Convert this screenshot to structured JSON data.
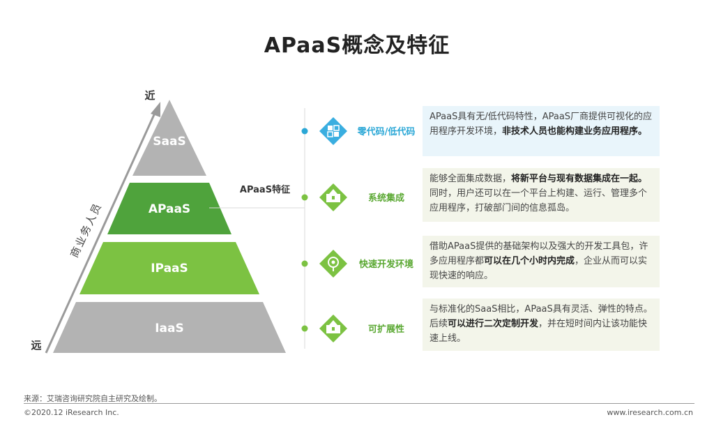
{
  "title": "APaaS概念及特征",
  "pyramid": {
    "layers": [
      {
        "label": "SaaS",
        "color": "#b3b3b3"
      },
      {
        "label": "APaaS",
        "color": "#4fa33c"
      },
      {
        "label": "IPaaS",
        "color": "#7cc242"
      },
      {
        "label": "IaaS",
        "color": "#b3b3b3"
      }
    ],
    "near_label": "近",
    "far_label": "远",
    "axis_label": "商业务人员"
  },
  "features_label": "APaaS特征",
  "features": [
    {
      "name": "零代码/低代码",
      "icon": "lowcode-icon",
      "name_color": "#2aa7d6",
      "desc_parts": [
        {
          "text": "APaaS具有无/低代码特性，APaaS厂商提供可视化的应用程序开发环境，",
          "bold": false
        },
        {
          "text": "非技术人员也能构建业务应用程序。",
          "bold": true
        }
      ]
    },
    {
      "name": "系统集成",
      "icon": "integration-icon",
      "name_color": "#5aa832",
      "desc_parts": [
        {
          "text": "能够全面集成数据，",
          "bold": false
        },
        {
          "text": "将新平台与现有数据集成在一起。",
          "bold": true
        },
        {
          "text": "同时，用户还可以在一个平台上构建、运行、管理多个应用程序，打破部门间的信息孤岛。",
          "bold": false
        }
      ]
    },
    {
      "name": "快速开发环境",
      "icon": "rapid-dev-icon",
      "name_color": "#5aa832",
      "desc_parts": [
        {
          "text": "借助APaaS提供的基础架构以及强大的开发工具包，许多应用程序都",
          "bold": false
        },
        {
          "text": "可以在几个小时内完成",
          "bold": true
        },
        {
          "text": "，企业从而可以实现快速的响应。",
          "bold": false
        }
      ]
    },
    {
      "name": "可扩展性",
      "icon": "extensibility-icon",
      "name_color": "#5aa832",
      "desc_parts": [
        {
          "text": "与标准化的SaaS相比，APaaS具有灵活、弹性的特点。后续",
          "bold": false
        },
        {
          "text": "可以进行二次定制开发",
          "bold": true
        },
        {
          "text": "，并在短时间内让该功能快速上线。",
          "bold": false
        }
      ]
    }
  ],
  "footer": {
    "source": "来源：艾瑞咨询研究院自主研究及绘制。",
    "copyright": "©2020.12 iResearch Inc.",
    "website": "www.iresearch.com.cn"
  }
}
